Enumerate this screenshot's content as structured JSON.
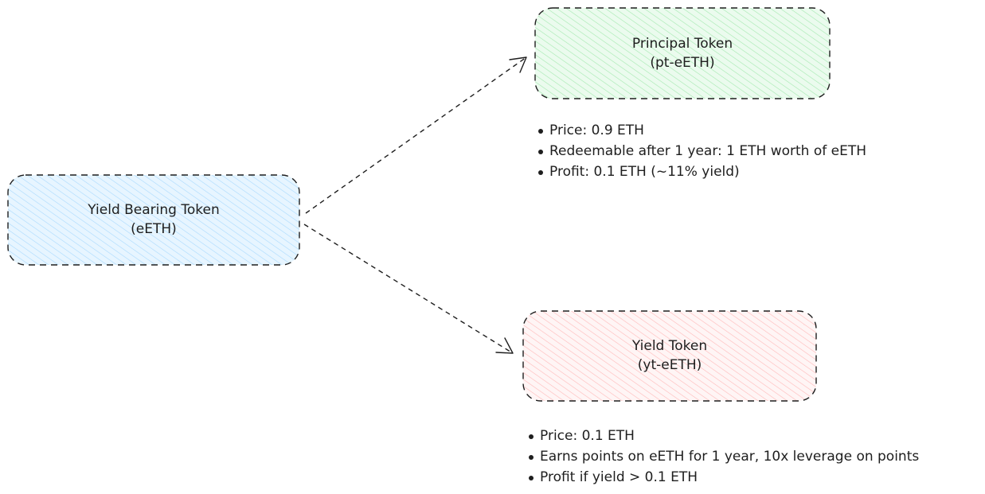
{
  "colors": {
    "stroke": "#1e1e1e",
    "source_fill": "#a5d8ff",
    "principal_fill": "#b2f2bb",
    "yield_fill": "#ffc9c9"
  },
  "nodes": {
    "source": {
      "title": "Yield Bearing Token",
      "subtitle": "(eETH)"
    },
    "principal": {
      "title": "Principal Token",
      "subtitle": "(pt-eETH)"
    },
    "yield": {
      "title": "Yield Token",
      "subtitle": "(yt-eETH)"
    }
  },
  "edges": [
    {
      "from": "source",
      "to": "principal",
      "style": "dashed"
    },
    {
      "from": "source",
      "to": "yield",
      "style": "dashed"
    }
  ],
  "principal_notes": [
    "Price: 0.9 ETH",
    "Redeemable after 1 year: 1 ETH worth of eETH",
    "Profit: 0.1 ETH (~11% yield)"
  ],
  "yield_notes": [
    "Price: 0.1 ETH",
    "Earns points on eETH for 1 year, 10x leverage on points",
    "Profit if yield > 0.1 ETH"
  ]
}
